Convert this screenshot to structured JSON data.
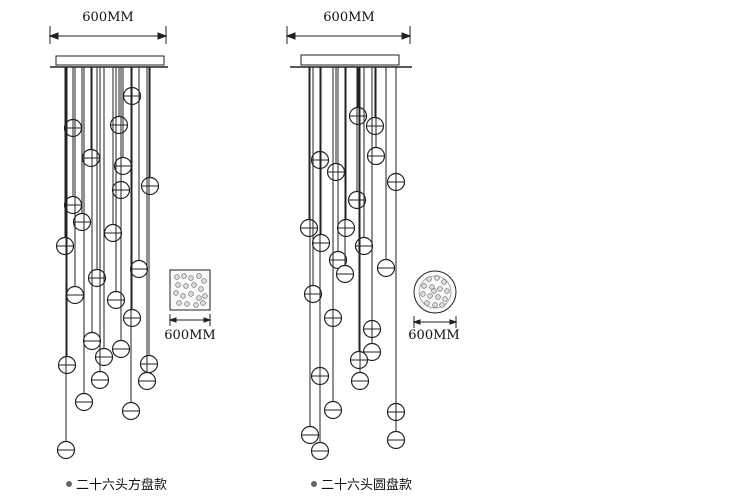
{
  "square_model": {
    "top_dimension": "600MM",
    "plan_dimension": "600MM",
    "caption": "二十六头方盘款",
    "pendant_count": 26
  },
  "round_model": {
    "top_dimension": "600MM",
    "plan_dimension": "600MM",
    "caption": "二十六头圆盘款",
    "pendant_count": 26
  },
  "colors": {
    "line": "#222222",
    "bullet": "#666666",
    "background": "#ffffff"
  }
}
